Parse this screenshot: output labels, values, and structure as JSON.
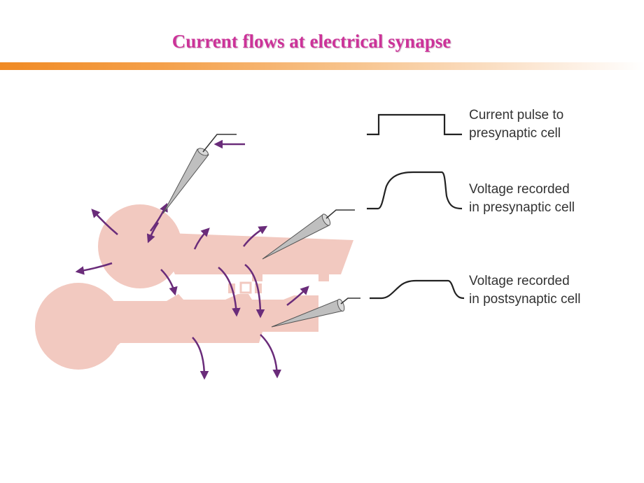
{
  "title": "Current flows at electrical synapse",
  "colors": {
    "title": "#cc3399",
    "rule_start": "#f08a24",
    "cell_fill": "#f2c9c0",
    "arrow": "#6a2c7a",
    "trace": "#222222"
  },
  "labels": {
    "current_pulse": [
      "Current pulse to",
      "presynaptic cell"
    ],
    "voltage_pre": [
      "Voltage recorded",
      "in presynaptic cell"
    ],
    "voltage_post": [
      "Voltage recorded",
      "in postsynaptic cell"
    ]
  }
}
